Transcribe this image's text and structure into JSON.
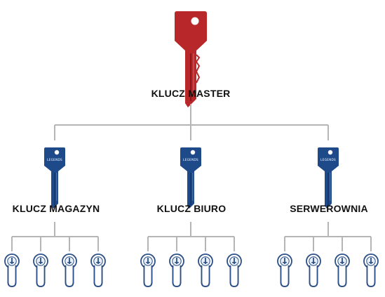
{
  "master": {
    "label": "KLUCZ MASTER",
    "color": "#b8282a",
    "icon": "master-key-icon"
  },
  "groups": [
    {
      "label": "KLUCZ MAGAZYN",
      "key_brand": "LEGENDS",
      "locks": 4
    },
    {
      "label": "KLUCZ BIURO",
      "key_brand": "LEGENDS",
      "locks": 4
    },
    {
      "label": "SERWEROWNIA",
      "key_brand": "LEGENDS",
      "locks": 4
    }
  ],
  "colors": {
    "group_key": "#1f4a8a",
    "lock_outline": "#2a4f86",
    "connector": "#b5b5b5"
  },
  "icons": {
    "group_key": "group-key-icon",
    "lock": "cylinder-lock-icon"
  }
}
